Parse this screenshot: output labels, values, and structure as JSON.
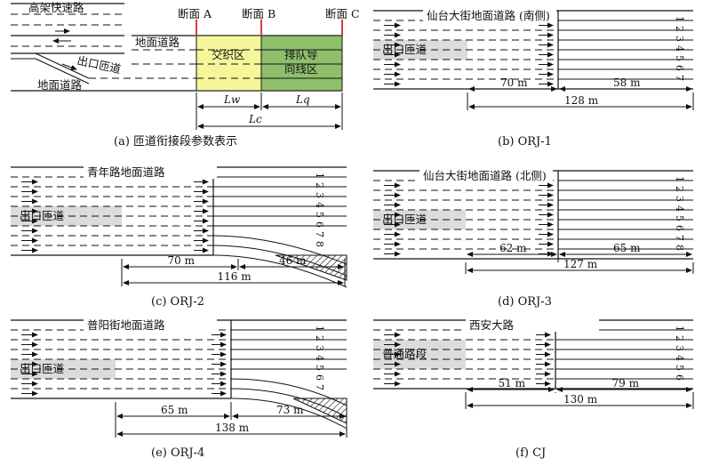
{
  "panel_a": {
    "caption": "(a) 匝道衔接段参数表示",
    "elevated_road": "高架快速路",
    "surface_road_top": "地面道路",
    "surface_road_bottom": "地面道路",
    "exit_ramp": "出口匝道",
    "section_a": "断面 A",
    "section_b": "断面 B",
    "section_c": "断面 C",
    "weaving_zone": "交织区",
    "queue_zone_line1": "排队导",
    "queue_zone_line2": "向线区",
    "lw": "Lw",
    "lq": "Lq",
    "lc": "Lc",
    "colors": {
      "weaving": "#f5f59a",
      "queue": "#8fbf6a",
      "section_marker": "#e03a3a"
    }
  },
  "panel_b": {
    "caption": "(b) ORJ-1",
    "road_label": "仙台大街地面道路 (南侧)",
    "ramp_label": "出口匝道",
    "dim1": "70 m",
    "dim2": "58 m",
    "dim_total": "128 m",
    "lanes": [
      "1",
      "2",
      "3",
      "4",
      "5",
      "6",
      "7"
    ]
  },
  "panel_c": {
    "caption": "(c) ORJ-2",
    "road_label": "青年路地面道路",
    "ramp_label": "出口匝道",
    "dim1": "70 m",
    "dim2": "46 m",
    "dim_total": "116 m",
    "lanes": [
      "1",
      "2",
      "3",
      "4",
      "5",
      "6",
      "7",
      "8"
    ]
  },
  "panel_d": {
    "caption": "(d) ORJ-3",
    "road_label": "仙台大街地面道路 (北侧)",
    "ramp_label": "出口匝道",
    "dim1": "62 m",
    "dim2": "65 m",
    "dim_total": "127 m",
    "lanes": [
      "1",
      "2",
      "3",
      "4",
      "5",
      "6",
      "7",
      "8"
    ]
  },
  "panel_e": {
    "caption": "(e) ORJ-4",
    "road_label": "普阳街地面道路",
    "ramp_label": "出口匝道",
    "dim1": "65 m",
    "dim2": "73 m",
    "dim_total": "138 m",
    "lanes": [
      "1",
      "2",
      "3",
      "4",
      "5",
      "6",
      "7"
    ]
  },
  "panel_f": {
    "caption": "(f) CJ",
    "road_label": "西安大路",
    "ramp_label": "普通路段",
    "dim1": "51 m",
    "dim2": "79 m",
    "dim_total": "130 m",
    "lanes": [
      "1",
      "2",
      "3",
      "4",
      "5",
      "6"
    ]
  }
}
